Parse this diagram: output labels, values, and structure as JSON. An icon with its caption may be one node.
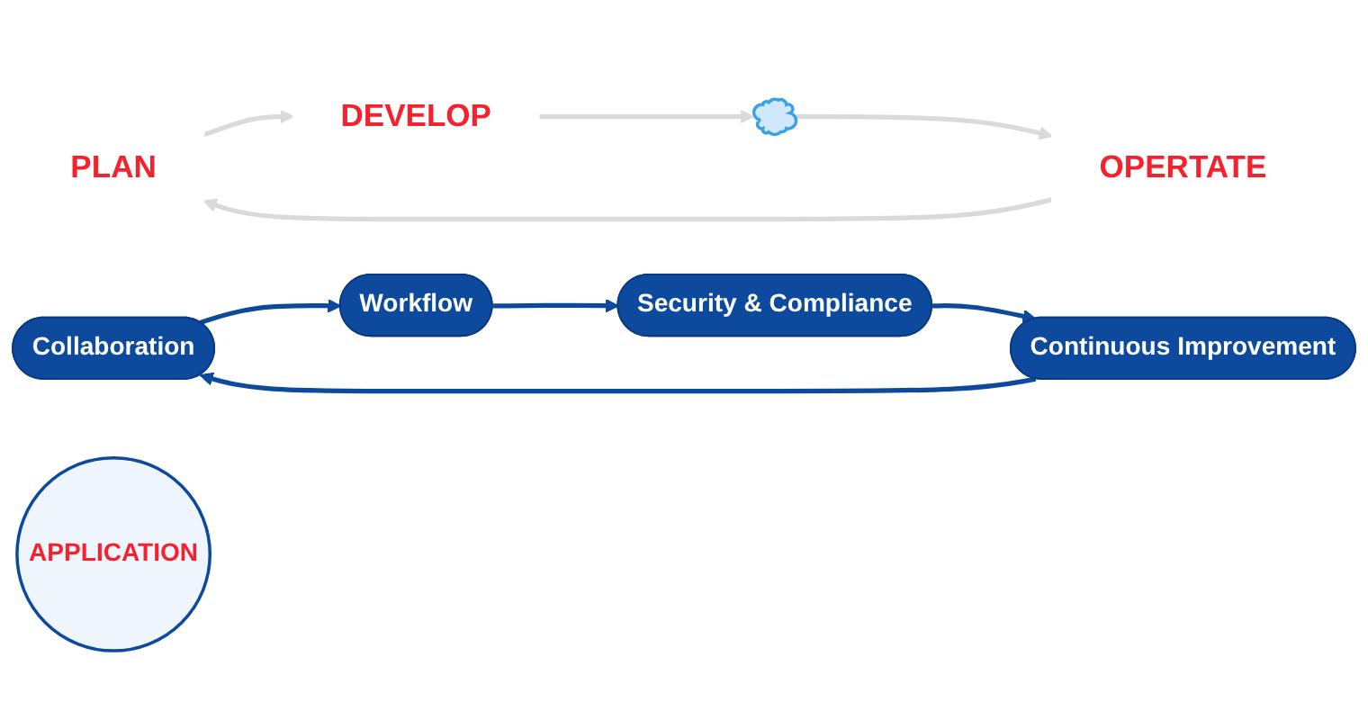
{
  "diagram": {
    "nodes": [
      {
        "text": [
          "PLAN"
        ]
      },
      {
        "text": [
          "Collaboration"
        ]
      },
      {
        "text": [
          "Workflow"
        ]
      },
      {
        "text": [
          "DEVELOP"
        ]
      },
      {
        "text": [
          "APPLICATION"
        ]
      },
      {
        "text": [
          "Continuous Improvement"
        ]
      },
      {
        "text": [
          "Security & Compliance"
        ]
      },
      {
        "text": [
          "OPERTATE"
        ]
      },
      {
        "text": [],
        "shape": "cloud"
      }
    ],
    "edges": [
      {
        "from": 0,
        "to": 3,
        "arrow": "to",
        "color": "#d9dadc"
      },
      {
        "from": 3,
        "to": 8,
        "arrow": "to",
        "color": "#d9dadc"
      },
      {
        "from": 8,
        "to": 7,
        "arrow": "to",
        "color": "#d9dadc"
      },
      {
        "from": 7,
        "to": 0,
        "arrow": "to",
        "color": "#d9dadc"
      },
      {
        "from": 1,
        "to": 2,
        "arrow": "to",
        "color": "#0d4a9e"
      },
      {
        "from": 2,
        "to": 6,
        "arrow": "to",
        "color": "#0d4a9e"
      },
      {
        "from": 6,
        "to": 5,
        "arrow": "to",
        "color": "#0d4a9e"
      },
      {
        "from": 5,
        "to": 1,
        "arrow": "to",
        "color": "#0d4a9e"
      }
    ]
  }
}
